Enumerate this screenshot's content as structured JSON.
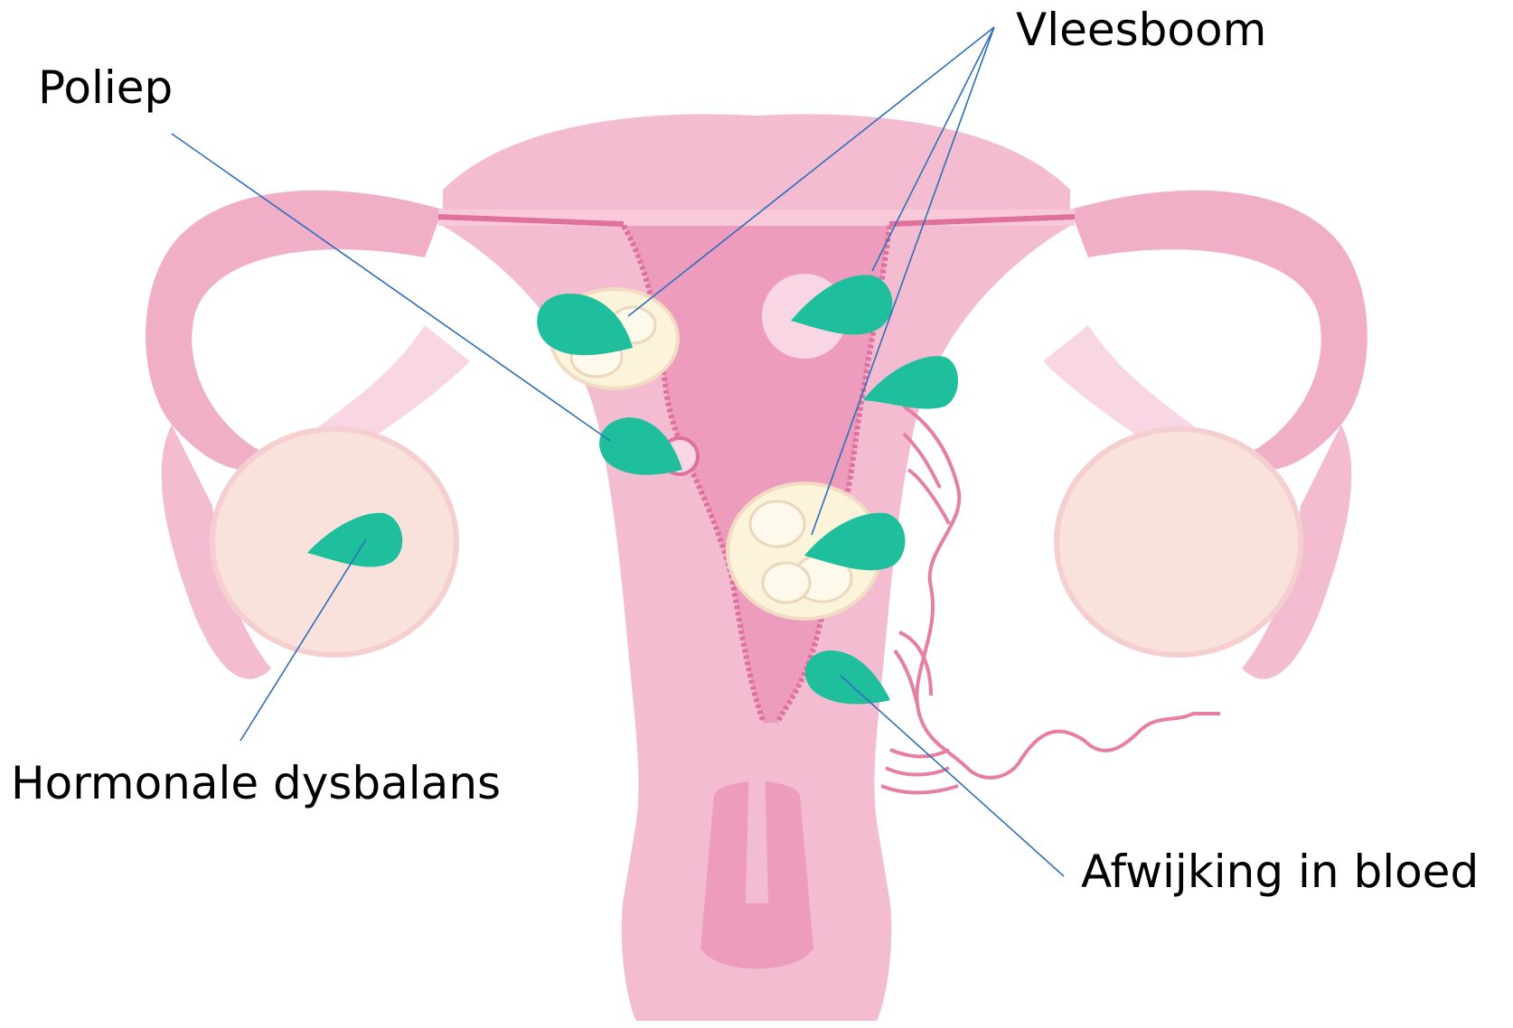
{
  "labels": {
    "poliep": "Poliep",
    "vleesboom": "Vleesboom",
    "hormonale": "Hormonale dysbalans",
    "afwijking": "Afwijking in bloed"
  },
  "colors": {
    "uterus": "#f3bcd1",
    "uterus_light": "#f8d6e3",
    "tube": "#f0afc7",
    "cavity": "#ee9cbd",
    "lining": "#e0709c",
    "ovary": "#f9e1dc",
    "fibroid": "#fbf3da",
    "marker": "#1fbf9e",
    "leader": "#2e6fba",
    "vessel": "#e77fa4"
  }
}
